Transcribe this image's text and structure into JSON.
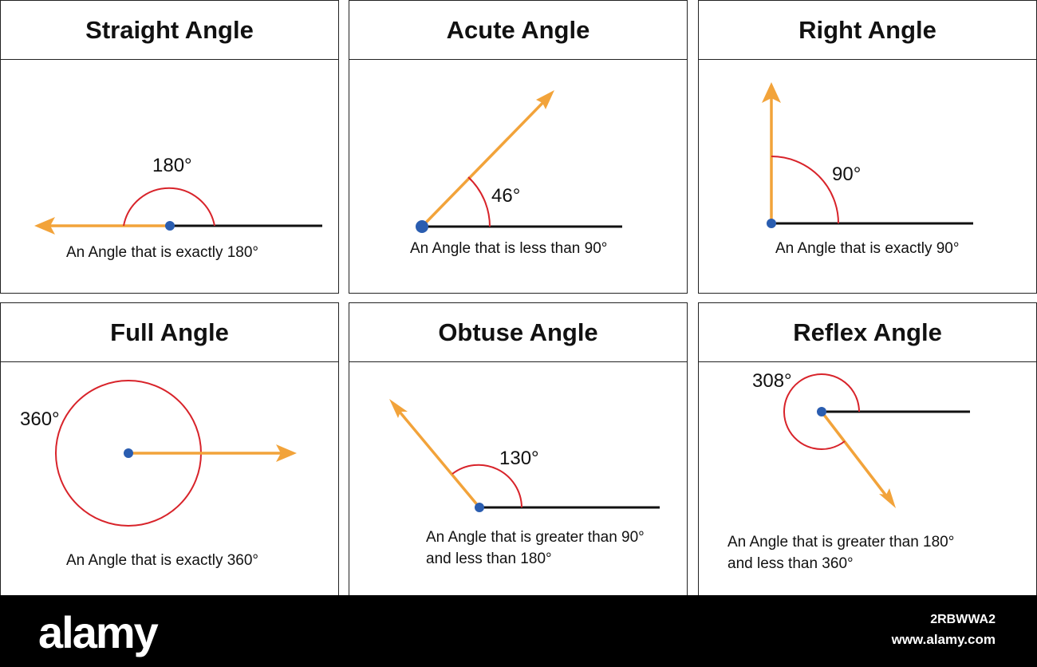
{
  "colors": {
    "arrow": "#f2a33a",
    "arc": "#d8232a",
    "vertex": "#2a5db0",
    "line": "#111111"
  },
  "cards": [
    {
      "title": "Straight Angle",
      "degree": "180°",
      "description": [
        "An Angle that is exactly 180°"
      ]
    },
    {
      "title": "Acute Angle",
      "degree": "46°",
      "description": [
        "An Angle that is less than 90°"
      ]
    },
    {
      "title": "Right Angle",
      "degree": "90°",
      "description": [
        "An Angle that is exactly 90°"
      ]
    },
    {
      "title": "Full Angle",
      "degree": "360°",
      "description": [
        "An Angle that is exactly 360°"
      ]
    },
    {
      "title": "Obtuse Angle",
      "degree": "130°",
      "description": [
        "An Angle that is greater than 90°",
        "and less than 180°"
      ]
    },
    {
      "title": "Reflex Angle",
      "degree": "308°",
      "description": [
        "An Angle that is greater than 180°",
        "and less than 360°"
      ]
    }
  ],
  "footer": {
    "logo": "alamy",
    "image_id": "2RBWWA2",
    "site": "www.alamy.com"
  }
}
